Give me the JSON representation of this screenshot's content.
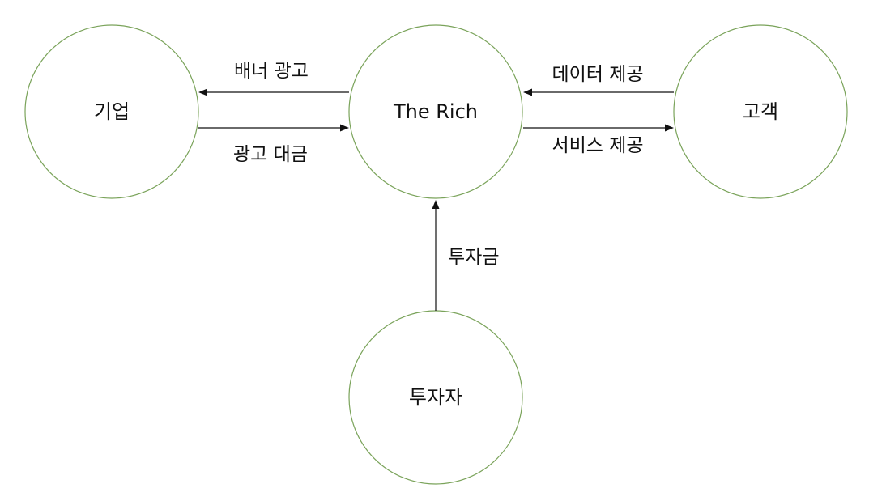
{
  "diagram": {
    "colors": {
      "node_stroke": "#7aa35a",
      "edge": "#111111",
      "text": "#111111"
    },
    "nodes": {
      "company": {
        "label": "기업"
      },
      "the_rich": {
        "label": "The Rich"
      },
      "customer": {
        "label": "고객"
      },
      "investor": {
        "label": "투자자"
      }
    },
    "edges": {
      "banner_ad": {
        "label": "배너 광고",
        "from": "the_rich",
        "to": "company"
      },
      "ad_payment": {
        "label": "광고 대금",
        "from": "company",
        "to": "the_rich"
      },
      "data_provision": {
        "label": "데이터 제공",
        "from": "customer",
        "to": "the_rich"
      },
      "service_provision": {
        "label": "서비스 제공",
        "from": "the_rich",
        "to": "customer"
      },
      "investment": {
        "label": "투자금",
        "from": "investor",
        "to": "the_rich"
      }
    }
  }
}
